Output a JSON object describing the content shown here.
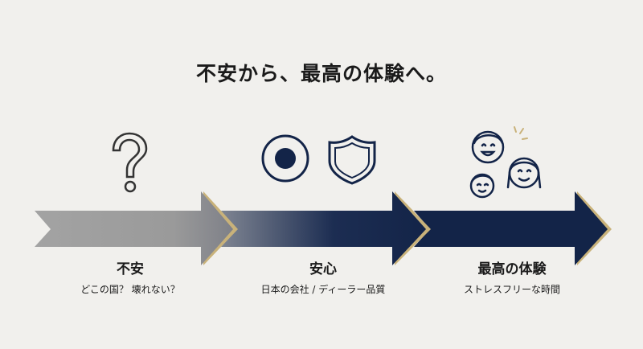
{
  "title": "不安から、最高の体験へ。",
  "colors": {
    "navy": "#132448",
    "gray": "#8c8c8c",
    "gold": "#c9b27a",
    "background": "#f1f0ed"
  },
  "stages": [
    {
      "heading": "不安",
      "sub": "どこの国？ 壊れない？",
      "icon": "question-mark-icon"
    },
    {
      "heading": "安心",
      "sub": "日本の会社 / ディーラー品質",
      "icon": "circle-shield-icon"
    },
    {
      "heading": "最高の体験",
      "sub": "ストレスフリーな時間",
      "icon": "family-icon"
    }
  ]
}
